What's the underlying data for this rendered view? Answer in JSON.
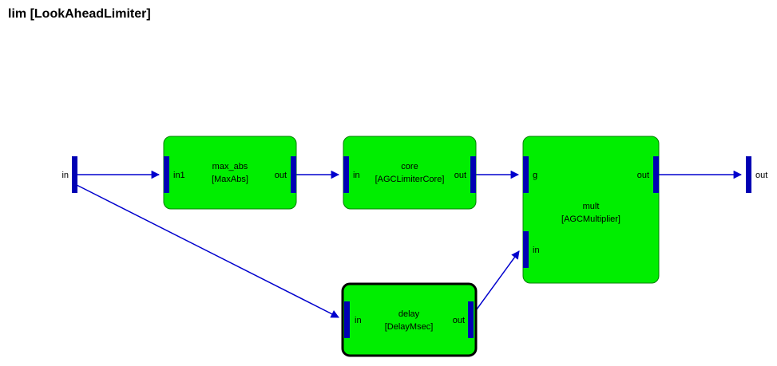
{
  "title": "lim [LookAheadLimiter]",
  "io": {
    "input_label": "in",
    "output_label": "out"
  },
  "blocks": {
    "max_abs": {
      "name": "max_abs",
      "type": "[MaxAbs]",
      "port_in": "in1",
      "port_out": "out"
    },
    "core": {
      "name": "core",
      "type": "[AGCLimiterCore]",
      "port_in": "in",
      "port_out": "out"
    },
    "mult": {
      "name": "mult",
      "type": "[AGCMultiplier]",
      "port_g": "g",
      "port_in": "in",
      "port_out": "out"
    },
    "delay": {
      "name": "delay",
      "type": "[DelayMsec]",
      "port_in": "in",
      "port_out": "out"
    }
  },
  "colors": {
    "background": "#ffffff",
    "block_fill": "#00ee00",
    "block_border": "#008000",
    "highlight_border": "#000000",
    "wire": "#0000cd",
    "port_bar": "#0000b4",
    "label_text": "#000000"
  }
}
